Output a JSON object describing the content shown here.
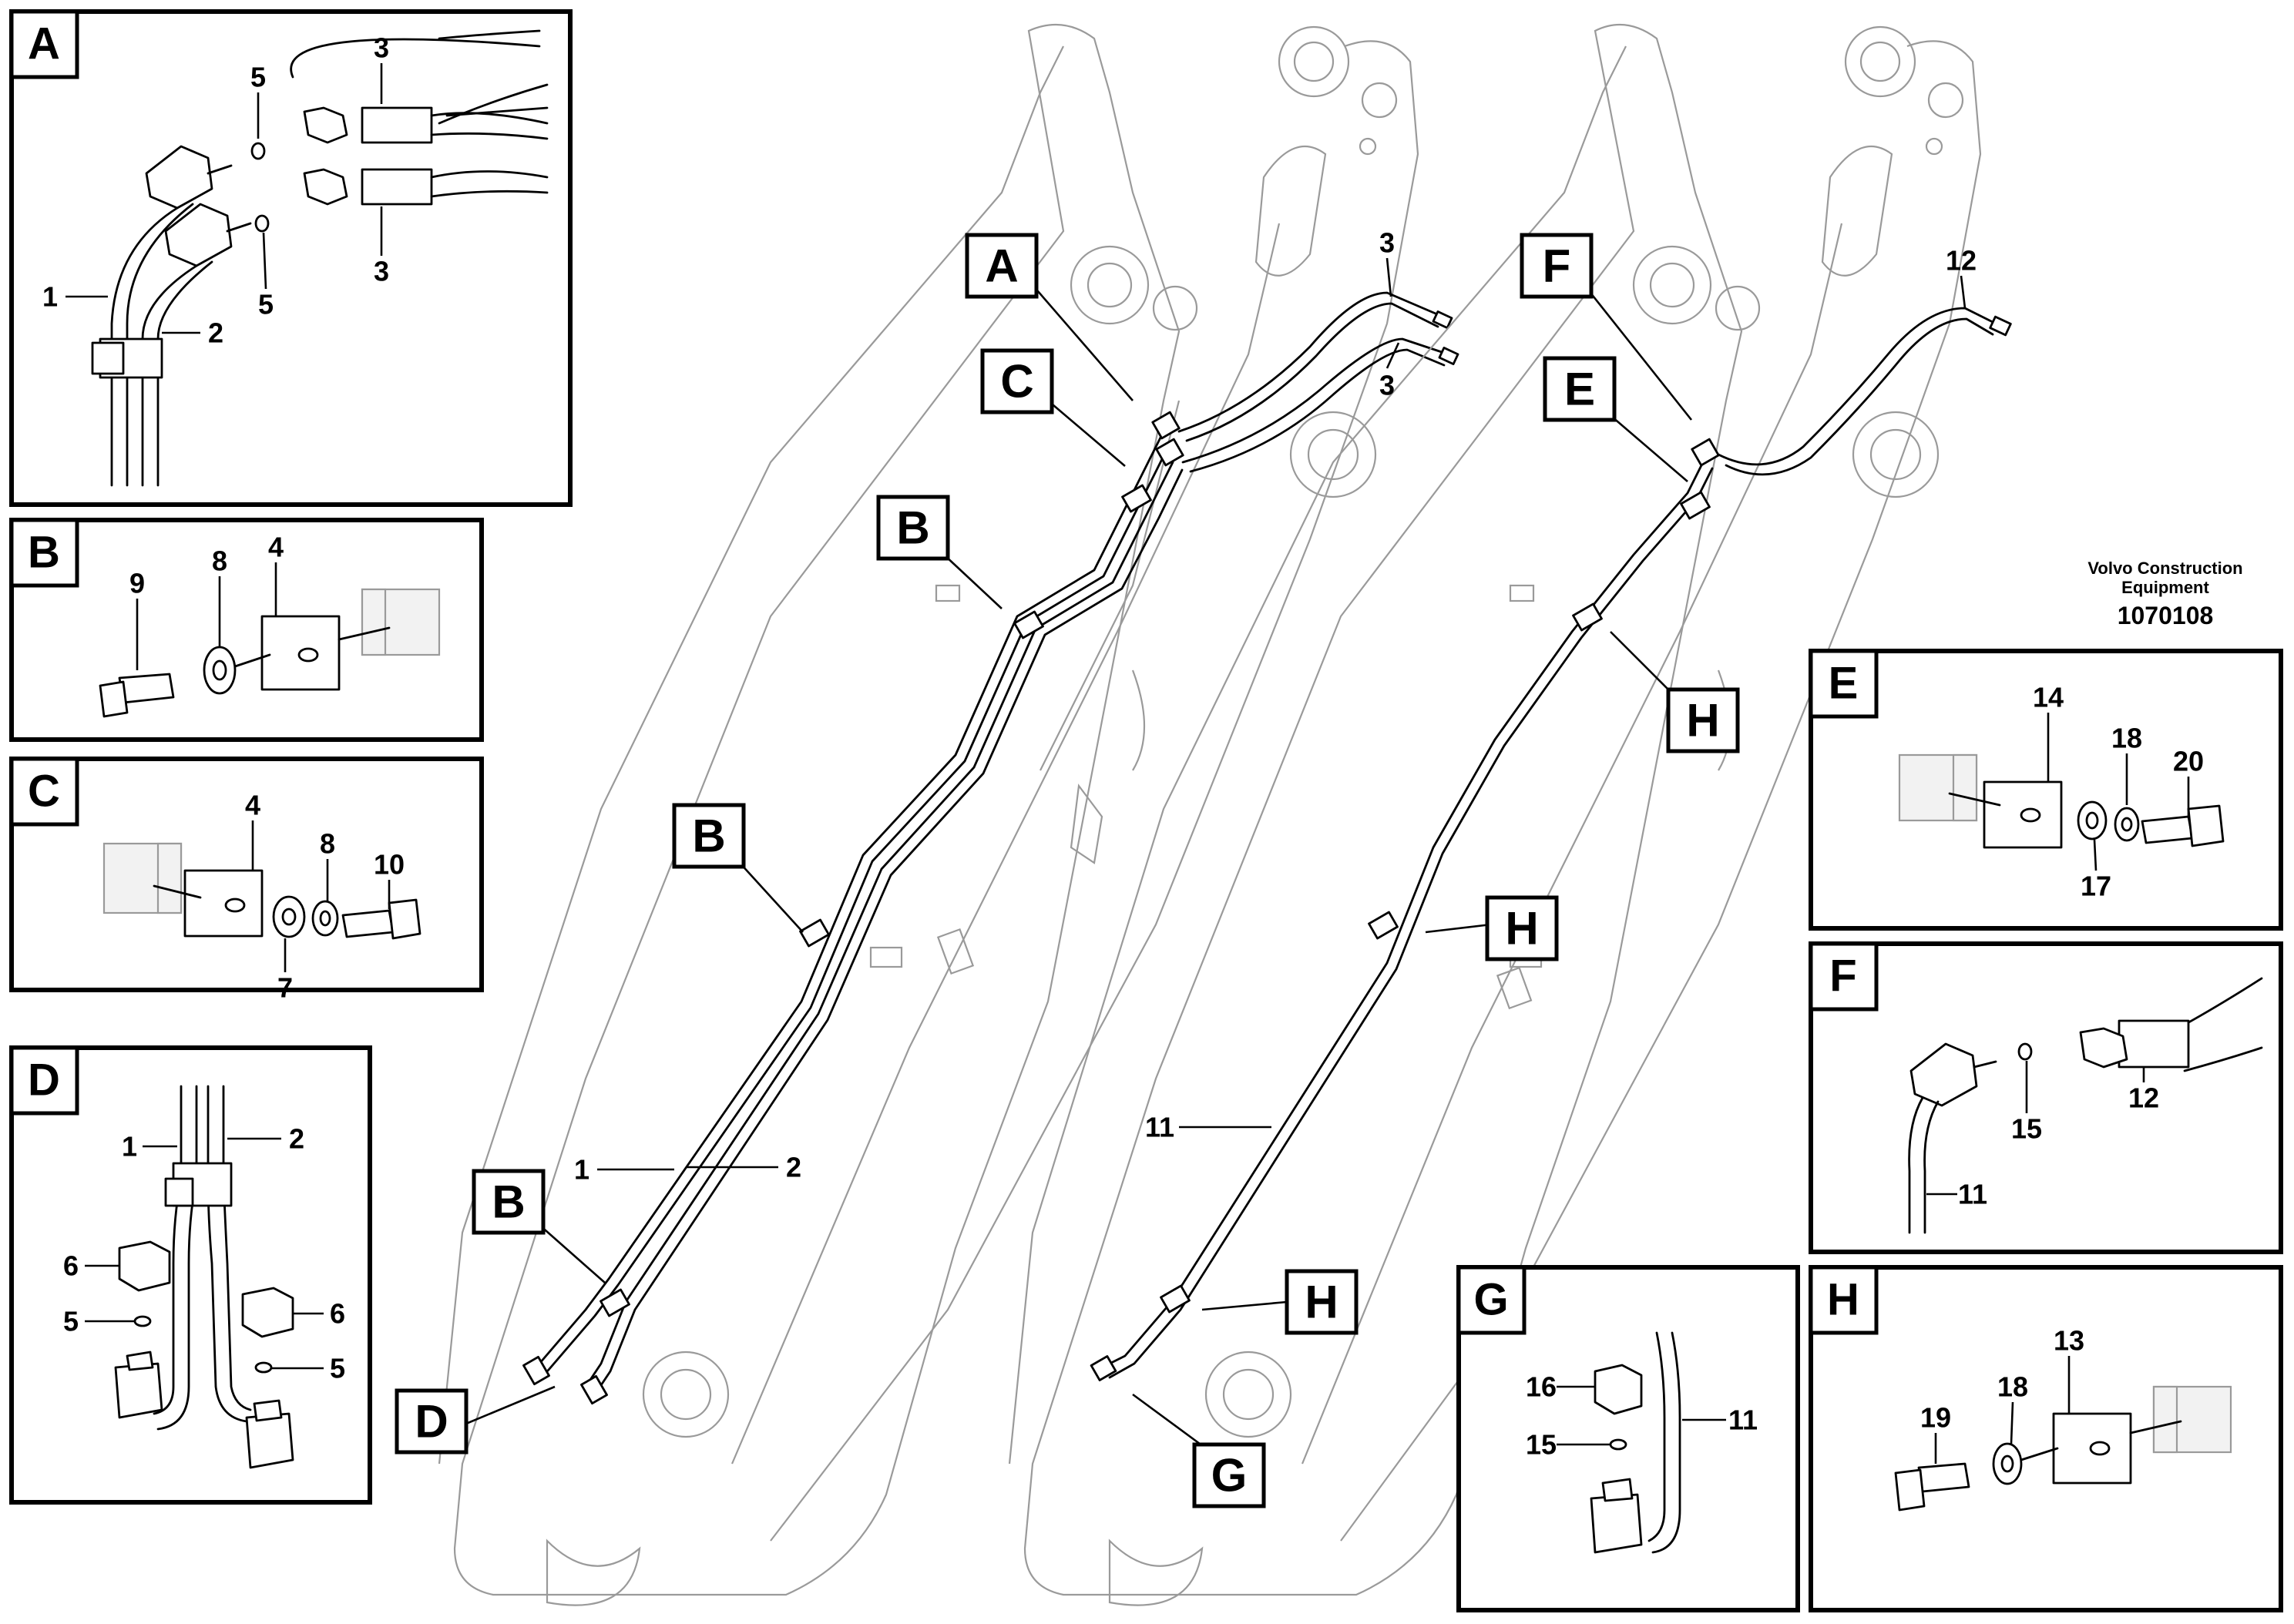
{
  "caption": {
    "brand_line1": "Volvo Construction",
    "brand_line2": "Equipment",
    "drawing_number": "1070108"
  },
  "callouts": {
    "A": "A",
    "B": "B",
    "C": "C",
    "D": "D",
    "E": "E",
    "F": "F",
    "G": "G",
    "H": "H"
  },
  "panels": {
    "A": {
      "letter": "A",
      "labels": [
        "5",
        "3",
        "3",
        "5",
        "1",
        "2"
      ]
    },
    "B": {
      "letter": "B",
      "labels": [
        "9",
        "8",
        "4"
      ]
    },
    "C": {
      "letter": "C",
      "labels": [
        "4",
        "8",
        "10",
        "7"
      ]
    },
    "D": {
      "letter": "D",
      "labels": [
        "1",
        "2",
        "6",
        "6",
        "5",
        "5"
      ]
    },
    "E": {
      "letter": "E",
      "labels": [
        "14",
        "18",
        "20",
        "17"
      ]
    },
    "F": {
      "letter": "F",
      "labels": [
        "15",
        "12",
        "11"
      ]
    },
    "G": {
      "letter": "G",
      "labels": [
        "16",
        "11",
        "15"
      ]
    },
    "H": {
      "letter": "H",
      "labels": [
        "13",
        "19",
        "18"
      ]
    }
  },
  "main_labels": [
    "3",
    "3",
    "12",
    "1",
    "2",
    "11"
  ]
}
